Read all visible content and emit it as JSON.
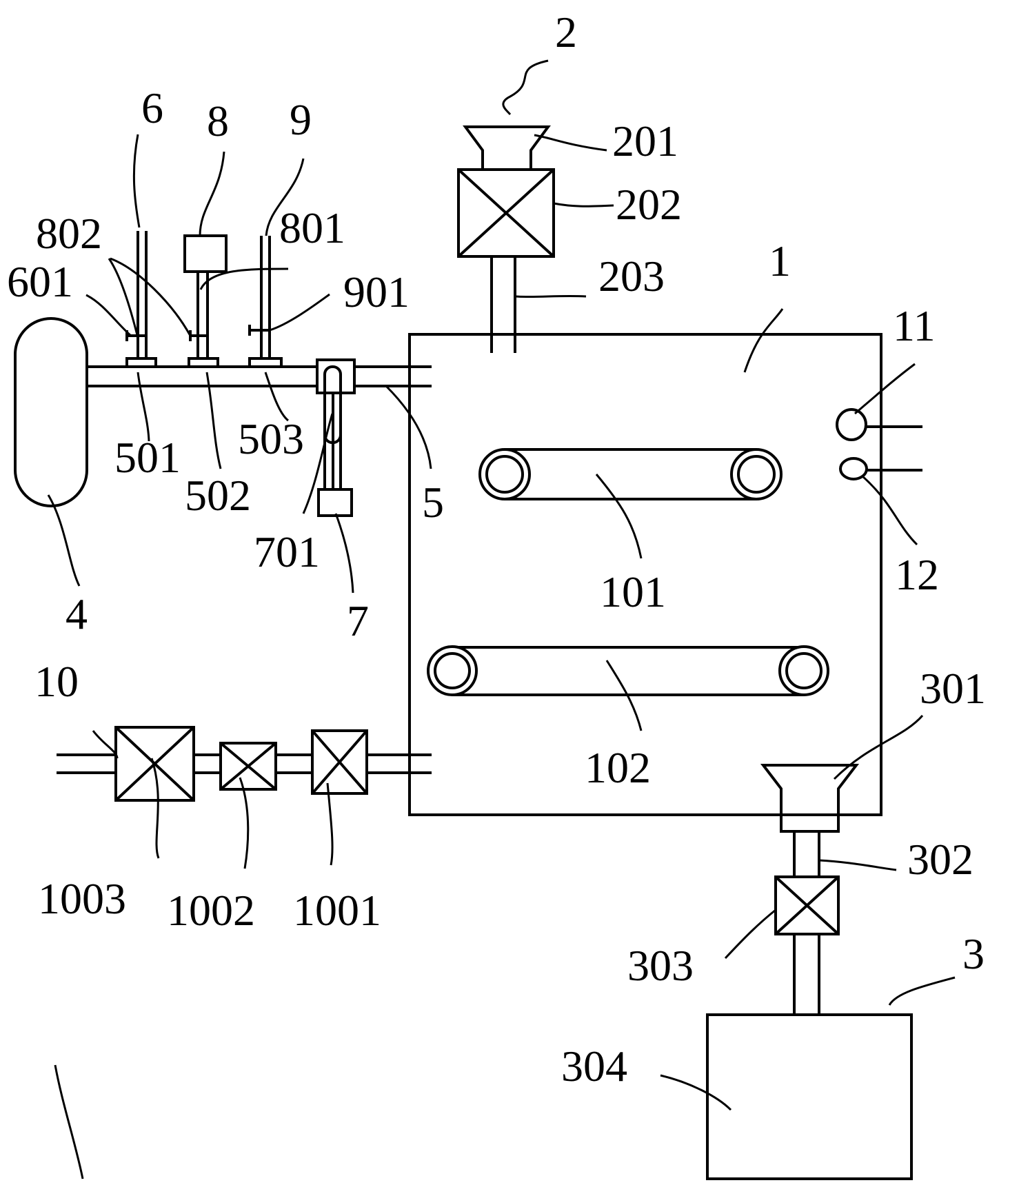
{
  "diagram": {
    "labels": {
      "n1": "1",
      "n2": "2",
      "n3": "3",
      "n4": "4",
      "n5": "5",
      "n6": "6",
      "n7": "7",
      "n8": "8",
      "n9": "9",
      "n10": "10",
      "n11": "11",
      "n12": "12",
      "n101": "101",
      "n102": "102",
      "n201": "201",
      "n202": "202",
      "n203": "203",
      "n301": "301",
      "n302": "302",
      "n303": "303",
      "n304": "304",
      "n501": "501",
      "n502": "502",
      "n503": "503",
      "n601": "601",
      "n701": "701",
      "n801": "801",
      "n802": "802",
      "n901": "901",
      "n1001": "1001",
      "n1002": "1002",
      "n1003": "1003"
    }
  }
}
